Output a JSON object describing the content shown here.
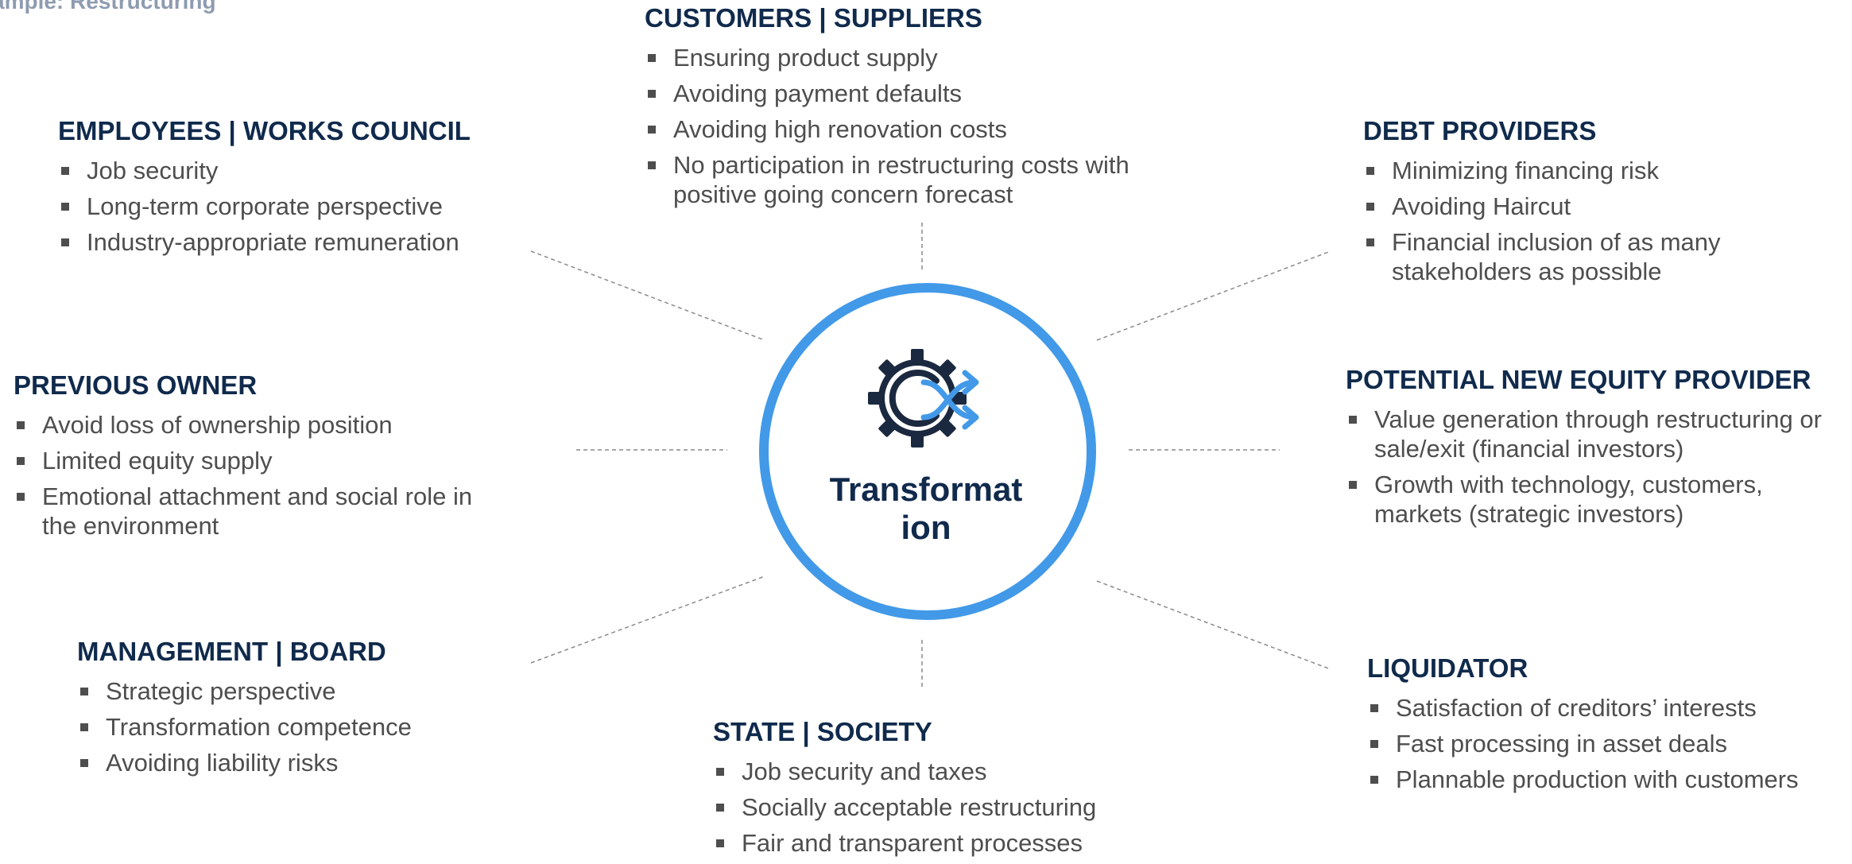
{
  "page_heading": "ample: Restructuring",
  "center": {
    "label": "Transformat ion",
    "icon": "gear-shuffle-icon"
  },
  "colors": {
    "accent": "#4299e8",
    "title": "#102a4c",
    "body": "#4e4e4e",
    "heading_muted": "#8e9bb0",
    "connector": "#8a8a8a"
  },
  "groups": {
    "customers_suppliers": {
      "title": "CUSTOMERS | SUPPLIERS",
      "items": [
        "Ensuring product supply",
        "Avoiding payment defaults",
        "Avoiding high renovation costs",
        "No participation in restructuring costs with positive going concern forecast"
      ]
    },
    "employees": {
      "title": "EMPLOYEES | WORKS COUNCIL",
      "items": [
        "Job security",
        "Long-term corporate perspective",
        "Industry-appropriate remuneration"
      ]
    },
    "debt_providers": {
      "title": "DEBT PROVIDERS",
      "items": [
        "Minimizing financing risk",
        "Avoiding Haircut",
        "Financial inclusion of as many stakeholders as possible"
      ]
    },
    "previous_owner": {
      "title": "PREVIOUS OWNER",
      "items": [
        "Avoid loss of ownership position",
        "Limited equity supply",
        "Emotional attachment and social role in the environment"
      ]
    },
    "equity_provider": {
      "title": "POTENTIAL NEW EQUITY PROVIDER",
      "items": [
        "Value generation through restructuring or sale/exit (financial investors)",
        "Growth with technology, customers, markets (strategic investors)"
      ]
    },
    "management": {
      "title": "MANAGEMENT | BOARD",
      "items": [
        "Strategic perspective",
        "Transformation competence",
        "Avoiding liability risks"
      ]
    },
    "liquidator": {
      "title": "LIQUIDATOR",
      "items": [
        "Satisfaction of creditors’ interests",
        "Fast processing in asset deals",
        "Plannable production with customers"
      ]
    },
    "state_society": {
      "title": "STATE | SOCIETY",
      "items": [
        "Job security and taxes",
        "Socially acceptable restructuring",
        "Fair and transparent processes"
      ]
    }
  }
}
